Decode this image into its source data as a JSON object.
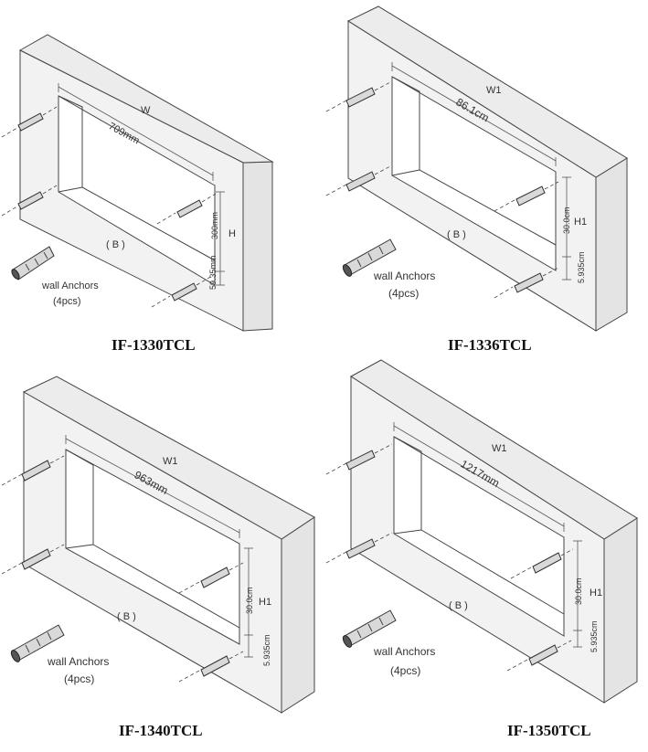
{
  "panels": [
    {
      "model": "IF-1330TCL",
      "w_label": "W",
      "width_dim": "709mm",
      "h_label": "H",
      "height_dim": "300mm",
      "bottom_dim": "59.35mm",
      "b_label": "( B )",
      "anchors_label": "wall Anchors",
      "anchors_count": "(4pcs)"
    },
    {
      "model": "IF-1336TCL",
      "w_label": "W1",
      "width_dim": "86.1cm",
      "h_label": "H1",
      "height_dim": "30.0cm",
      "bottom_dim": "5.935cm",
      "b_label": "( B )",
      "anchors_label": "wall Anchors",
      "anchors_count": "(4pcs)"
    },
    {
      "model": "IF-1340TCL",
      "w_label": "W1",
      "width_dim": "963mm",
      "h_label": "H1",
      "height_dim": "30.0cm",
      "bottom_dim": "5.935cm",
      "b_label": "( B )",
      "anchors_label": "wall Anchors",
      "anchors_count": "(4pcs)"
    },
    {
      "model": "IF-1350TCL",
      "w_label": "W1",
      "width_dim": "1217mm",
      "h_label": "H1",
      "height_dim": "30.0cm",
      "bottom_dim": "5.935cm",
      "b_label": "( B )",
      "anchors_label": "wall Anchors",
      "anchors_count": "(4pcs)"
    }
  ]
}
